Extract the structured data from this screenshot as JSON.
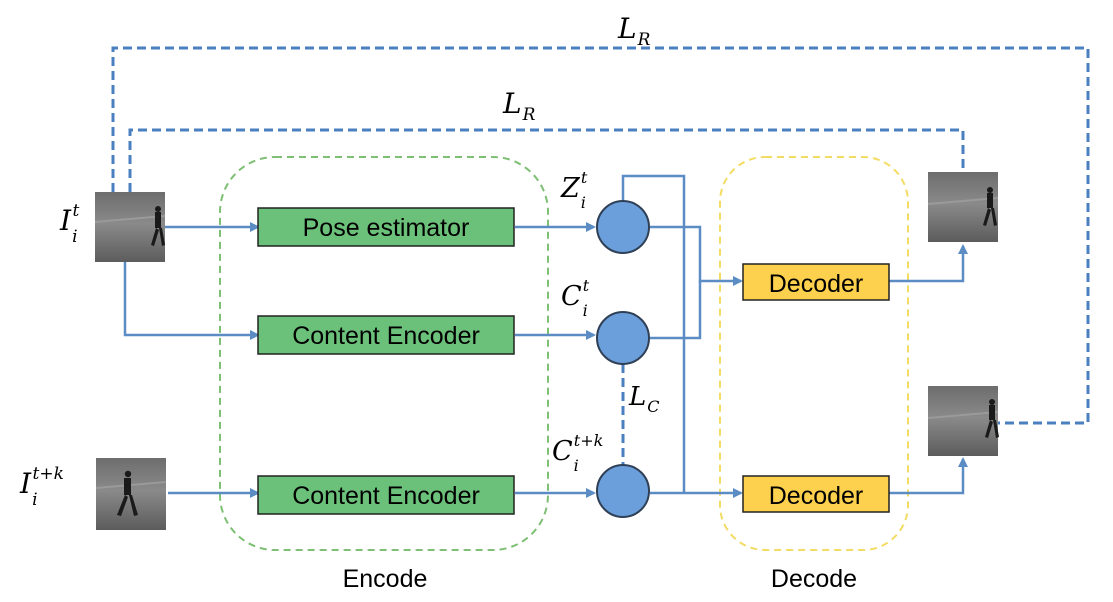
{
  "boxes": {
    "pose_estimator": "Pose estimator",
    "content_encoder_top": "Content Encoder",
    "content_encoder_bottom": "Content Encoder",
    "decoder_top": "Decoder",
    "decoder_bottom": "Decoder"
  },
  "groups": {
    "encode": "Encode",
    "decode": "Decode"
  },
  "symbols": {
    "input_t": {
      "base": "I",
      "sub": "i",
      "sup": "t"
    },
    "input_tk": {
      "base": "I",
      "sub": "i",
      "sup": "t+k"
    },
    "pose_feat": {
      "base": "Z",
      "sub": "i",
      "sup": "t"
    },
    "content_feat": {
      "base": "C",
      "sub": "i",
      "sup": "t"
    },
    "content_feat_tk": {
      "base": "C",
      "sub": "i",
      "sup": "t+k"
    },
    "loss_recon_outer": {
      "base": "L",
      "sub": "R"
    },
    "loss_recon_inner": {
      "base": "L",
      "sub": "R"
    },
    "loss_content": {
      "base": "L",
      "sub": "C"
    }
  },
  "colors": {
    "arrow": "#5b8cc4",
    "loss_line": "#4a7fc0",
    "node": "#6a9fdc",
    "encoder_box": "#6cc17a",
    "decoder_box": "#fdd14d",
    "encode_group": "#7dbf73",
    "decode_group": "#f3dc63"
  },
  "icons": {
    "input_t": "pedestrian-frame-thumbnail",
    "input_tk": "pedestrian-frame-thumbnail",
    "output_top": "pedestrian-frame-thumbnail",
    "output_bottom": "pedestrian-frame-thumbnail"
  }
}
